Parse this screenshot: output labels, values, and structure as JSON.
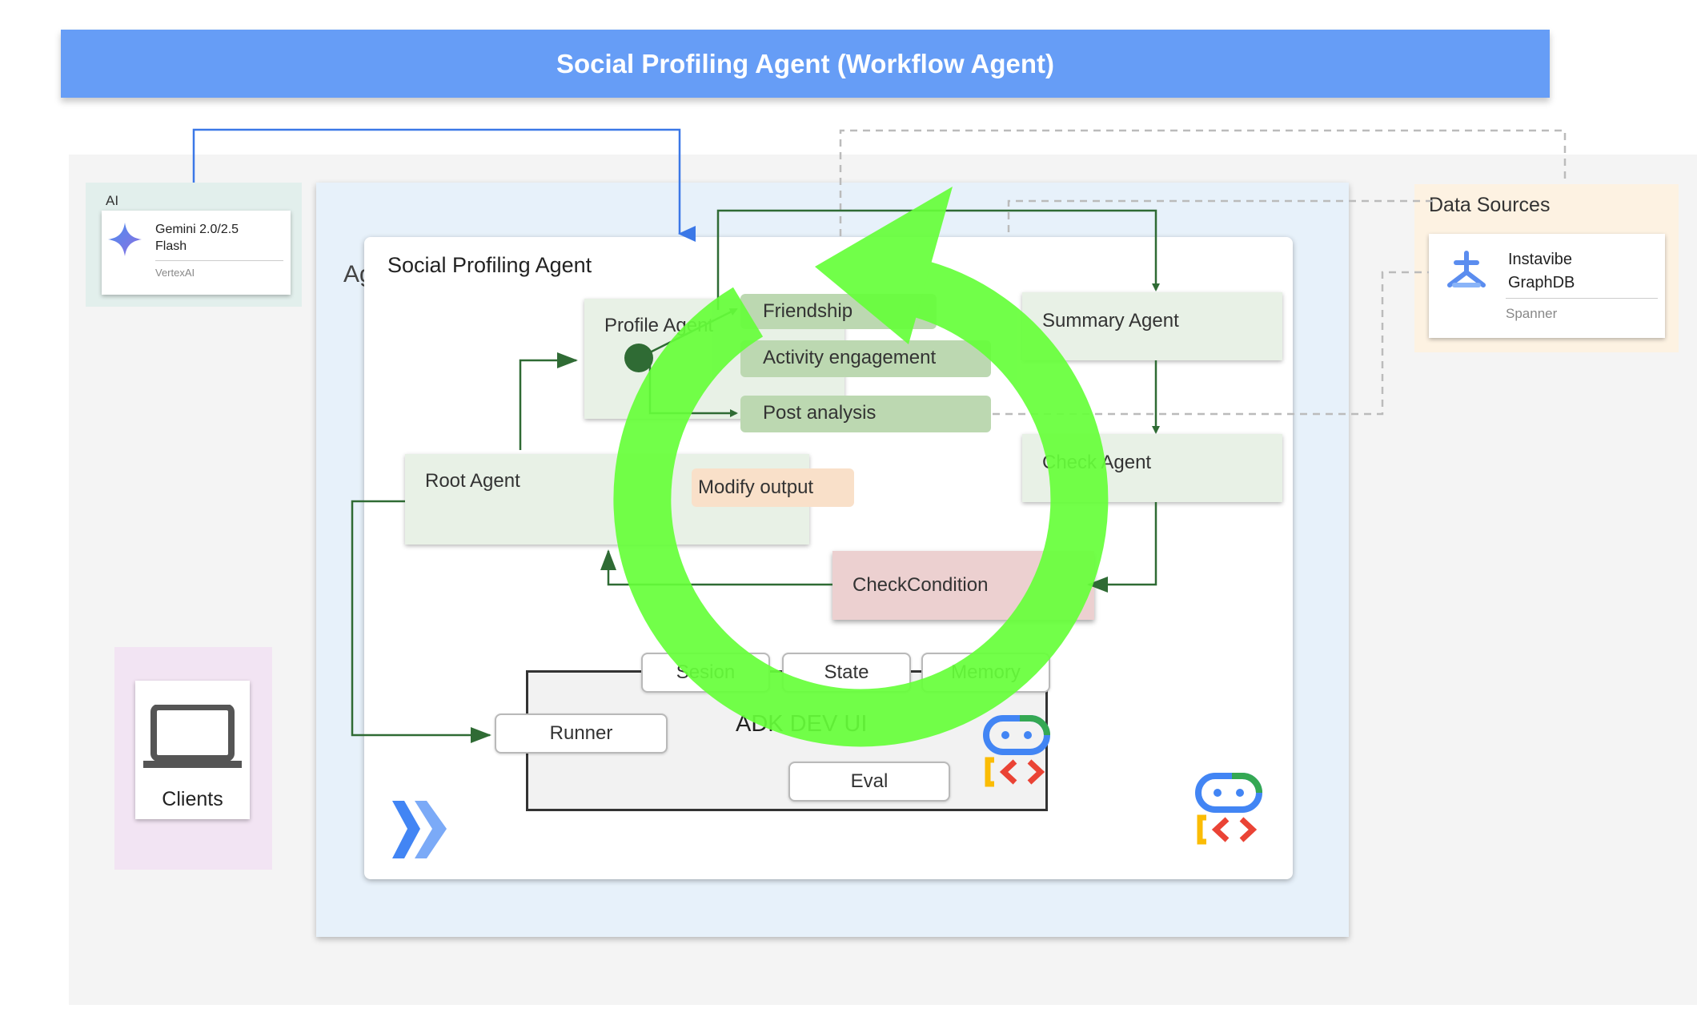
{
  "title": "Social Profiling Agent (Workflow Agent)",
  "ai_panel": {
    "title": "AI",
    "model_name": "Gemini 2.0/2.5 Flash",
    "model_line1": "Gemini 2.0/2.5",
    "model_line2": "Flash",
    "provider": "VertexAI",
    "icon": "gemini-sparkle-icon"
  },
  "data_sources": {
    "title": "Data Sources",
    "db_line1": "Instavibe",
    "db_line2": "GraphDB",
    "engine": "Spanner",
    "icon": "spanner-icon"
  },
  "clients": {
    "label": "Clients",
    "icon": "laptop-icon"
  },
  "cloud_panel": {
    "label_fragment": "Ag",
    "icon": "cloud-run-icon"
  },
  "agent_panel": {
    "title": "Social Profiling Agent",
    "root_agent": "Root Agent",
    "profile_agent": "Profile Agent",
    "summary_agent": "Summary Agent",
    "check_agent": "Check Agent",
    "tasks": [
      "Friendship",
      "Activity engagement",
      "Post analysis"
    ],
    "modify_output": "Modify output",
    "check_condition": "CheckCondition",
    "loop_icon": "loop-cycle-arrow-icon",
    "adk_icon": "adk-logo-icon"
  },
  "dev_ui": {
    "title": "ADK DEV UI",
    "tabs": [
      "Sesion",
      "State",
      "Memory"
    ],
    "runner": "Runner",
    "eval": "Eval"
  },
  "colors": {
    "banner": "#669df6",
    "agent_box": "#e8f1e6",
    "task_pill": "#bcd8b1",
    "check_condition": "#ecd0d0",
    "modify_output": "#f9e0c9",
    "flow_line": "#2f6b34",
    "loop_arrow": "#66ff3a",
    "ai_link": "#3b78e7"
  }
}
